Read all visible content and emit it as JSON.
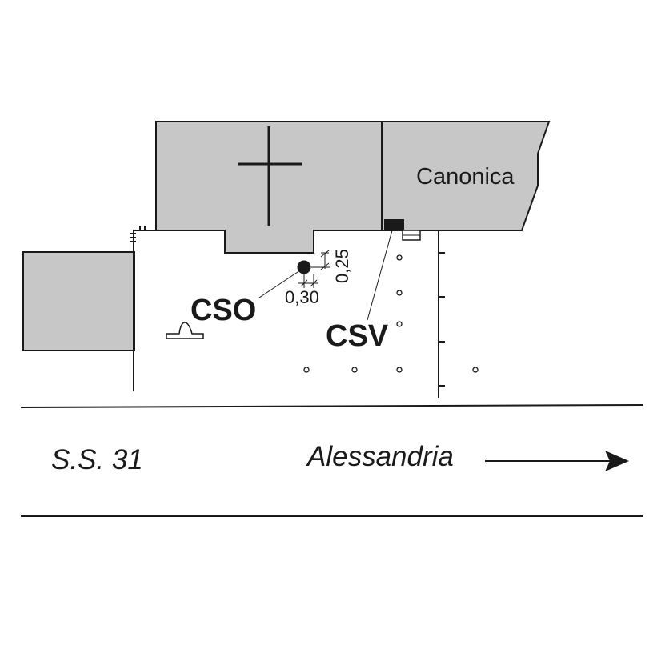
{
  "labels": {
    "canonica": "Canonica",
    "cso": "CSO",
    "csv": "CSV",
    "dim_x": "0,30",
    "dim_y": "0,25",
    "road_name": "S.S. 31",
    "direction": "Alessandria"
  },
  "symbols": {
    "church": "cross-icon",
    "direction": "arrow-right-icon",
    "cso_marker": "filled-circle",
    "csv_marker": "filled-square"
  },
  "colors": {
    "building_fill": "#c7c7c7",
    "line": "#1a1a1a",
    "background": "#ffffff"
  }
}
